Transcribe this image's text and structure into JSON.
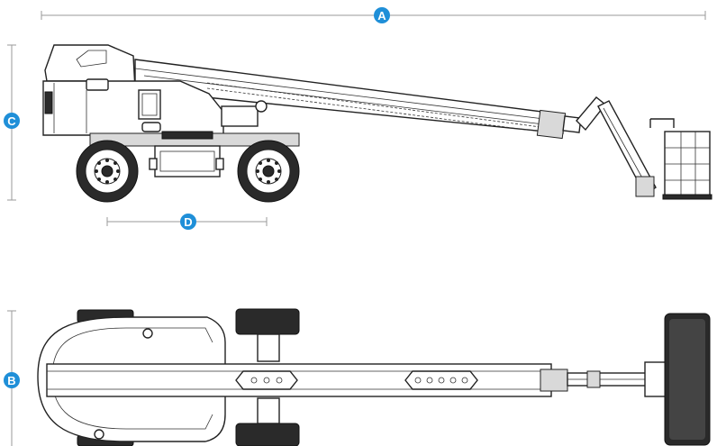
{
  "dimension_labels": {
    "overall_length": "A",
    "stowed_width": "B",
    "stowed_height": "C",
    "wheelbase": "D"
  },
  "colors": {
    "badge": "#1f8fd8",
    "badge_text": "#ffffff",
    "line_art": "#222222",
    "dimension_line": "#9a9a9a"
  },
  "views": [
    "side-view",
    "top-view"
  ]
}
